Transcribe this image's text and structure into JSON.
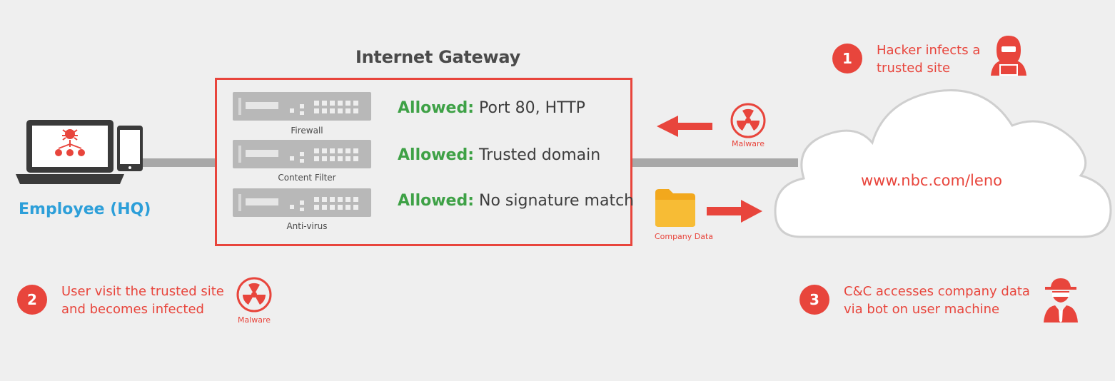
{
  "title": "Internet Gateway",
  "devices": [
    {
      "label": "Firewall",
      "allowed": "Allowed:",
      "rule": "Port 80, HTTP"
    },
    {
      "label": "Content Filter",
      "allowed": "Allowed:",
      "rule": "Trusted domain"
    },
    {
      "label": "Anti-virus",
      "allowed": "Allowed:",
      "rule": "No signature match"
    }
  ],
  "employee_label": "Employee (HQ)",
  "malware_label": "Malware",
  "company_data_label": "Company Data",
  "cloud_url": "www.nbc.com/leno",
  "steps": [
    {
      "number": "1",
      "line1": "Hacker infects a",
      "line2": "trusted site"
    },
    {
      "number": "2",
      "line1": "User visit the trusted site",
      "line2": "and becomes infected"
    },
    {
      "number": "3",
      "line1": "C&C accesses company data",
      "line2": "via bot on user machine"
    }
  ],
  "colors": {
    "accent_red": "#e8453c",
    "allowed_green": "#3ea146",
    "employee_blue": "#2d9fd9",
    "folder_orange": "#f2a81d"
  }
}
